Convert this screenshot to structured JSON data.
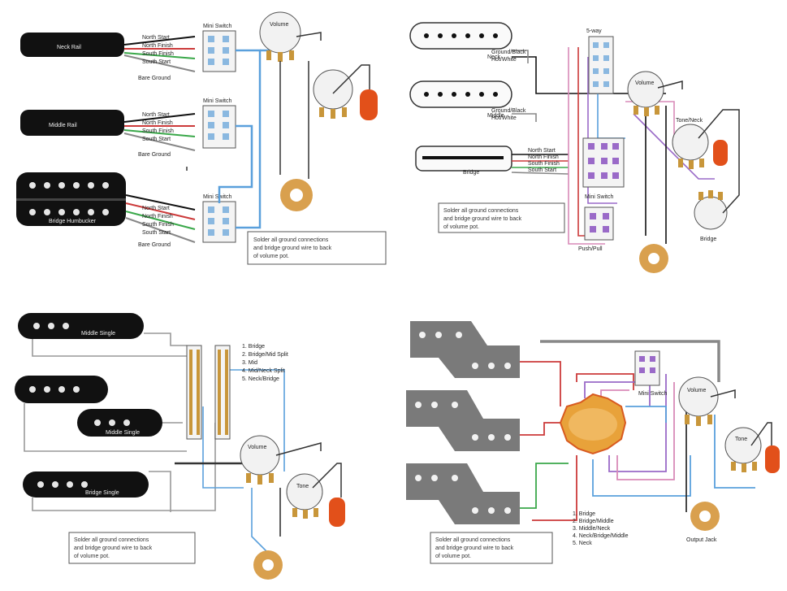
{
  "diagrams": [
    {
      "pickups": [
        "Neck Rail",
        "Middle Rail",
        "Bridge Humbucker"
      ],
      "wire_labels": {
        "w1": [
          "North Start",
          "North Finish",
          "South Finish",
          "South Start",
          "Bare Ground"
        ],
        "w2": [
          "North Start",
          "North Finish",
          "South Finish",
          "South Start",
          "Bare Ground"
        ],
        "w3": [
          "North Start",
          "North Finish",
          "South Finish",
          "South Start",
          "Bare Ground"
        ]
      },
      "switch_labels": [
        "Mini Switch",
        "Mini Switch",
        "Mini Switch"
      ],
      "pot_labels": [
        "Volume",
        ""
      ],
      "note": [
        "Solder all ground connections",
        "and bridge ground wire to back",
        "of volume pot."
      ]
    },
    {
      "pickups": [
        "Neck",
        "Middle",
        "Bridge"
      ],
      "wire_labels": {
        "w1": [
          "Ground/Black",
          "Hot/White"
        ],
        "w2": [
          "Ground/Black",
          "Hot/White"
        ],
        "w3": [
          "North Start",
          "North Finish",
          "South Finish",
          "South Start"
        ]
      },
      "switch_labels": [
        "5-way",
        "Mini Switch",
        "Push/Pull"
      ],
      "pot_labels": [
        "Volume",
        "Tone/Neck",
        "Bridge"
      ],
      "note": [
        "Solder all ground connections",
        "and bridge ground wire to back",
        "of volume pot."
      ]
    },
    {
      "pickups": [
        "Middle Single",
        "Middle Single",
        "Bridge Single"
      ],
      "legend": [
        "1. Bridge",
        "2. Bridge/Mid Split",
        "3. Mid",
        "4. Mid/Neck Split",
        "5. Neck/Bridge"
      ],
      "pot_labels": [
        "Volume",
        "Tone"
      ],
      "note": [
        "Solder all ground connections",
        "and bridge ground wire to back",
        "of volume pot."
      ]
    },
    {
      "legend": [
        "1. Bridge",
        "2. Bridge/Middle",
        "3. Middle/Neck",
        "4. Neck/Bridge/Middle",
        "5. Neck"
      ],
      "switch_labels": [
        "Mini Switch"
      ],
      "pot_labels": [
        "Volume",
        "Tone"
      ],
      "jack_label": "Output Jack",
      "note": [
        "Solder all ground connections",
        "and bridge ground wire to back",
        "of volume pot."
      ]
    }
  ],
  "colors": {
    "pickup": "#111111",
    "pickup_gray": "#7a7a7a",
    "pole": "#e6e6e6",
    "pot": "#f2f2f2",
    "lug": "#c8963a",
    "cap": "#e2501a",
    "jack": "#d9a04e",
    "blue": "#5aa0dc",
    "red": "#cc3a3a",
    "green": "#3aa84a",
    "pink": "#d98ab8",
    "purple": "#9a6ac8",
    "gray": "#888888",
    "selector": "#e8a23a"
  },
  "icons": [
    "pickup-icon",
    "pot-icon",
    "capacitor-icon",
    "output-jack-icon",
    "switch-icon",
    "ground-icon"
  ]
}
